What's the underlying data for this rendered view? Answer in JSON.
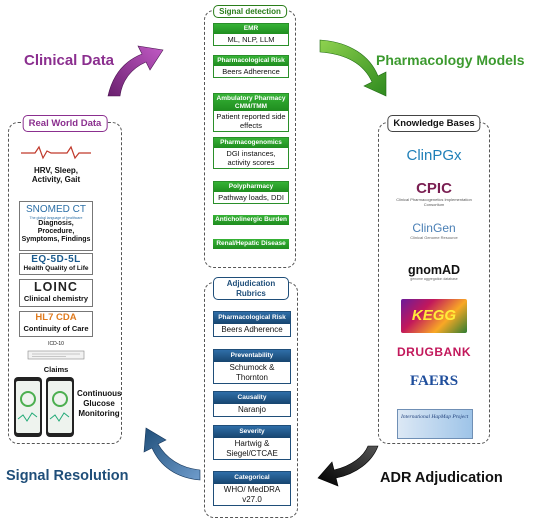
{
  "headings": {
    "clinical_data": "Clinical Data",
    "pharmacology_models": "Pharmacology Models",
    "signal_resolution": "Signal Resolution",
    "adr_adjudication": "ADR Adjudication"
  },
  "colors": {
    "clinical_data": "#8b2f8f",
    "pharmacology_models": "#3c9a2f",
    "signal_resolution": "#1f4e79",
    "adr_adjudication": "#111111"
  },
  "signal_detection": {
    "title": "Signal detection",
    "items": [
      {
        "head": "EMR",
        "body": "ML, NLP, LLM"
      },
      {
        "head": "Pharmacological Risk",
        "body": "Beers Adherence"
      },
      {
        "head": "Ambulatory Pharmacy CMM/TMM",
        "body": "Patient reported side effects"
      },
      {
        "head": "Pharmacogenomics",
        "body": "DGI instances, activity scores"
      },
      {
        "head": "Polypharmacy",
        "body": "Pathway loads, DDI"
      },
      {
        "head": "Anticholinergic Burden",
        "body": ""
      },
      {
        "head": "Renal/Hepatic Disease",
        "body": ""
      }
    ]
  },
  "adjudication": {
    "title": "Adjudication Rubrics",
    "items": [
      {
        "head": "Pharmacological Risk",
        "body": "Beers Adherence"
      },
      {
        "head": "Preventability",
        "body": "Schumock & Thornton"
      },
      {
        "head": "Causality",
        "body": "Naranjo"
      },
      {
        "head": "Severity",
        "body": "Hartwig & Siegel/CTCAE"
      },
      {
        "head": "Categorical",
        "body": "WHO/ MedDRA v27.0"
      }
    ]
  },
  "real_world_data": {
    "title": "Real World Data",
    "items": [
      {
        "name": "wearables",
        "label": "HRV, Sleep, Activity, Gait"
      },
      {
        "name": "snomed",
        "logo": "SNOMED CT",
        "logo_small": "The global language of healthcare",
        "label": "Diagnosis, Procedure, Symptoms, Findings"
      },
      {
        "name": "eq5d",
        "logo": "EQ-5D-5L",
        "label": "Health Quality of Life"
      },
      {
        "name": "loinc",
        "logo": "LOINC",
        "label": "Clinical chemistry"
      },
      {
        "name": "hl7",
        "logo": "HL7 CDA",
        "label": "Continuity of Care"
      },
      {
        "name": "icd",
        "logo": "ICD-10",
        "label": "Claims"
      },
      {
        "name": "cgm",
        "label": "Continuous Glucose Monitoring"
      }
    ]
  },
  "knowledge_bases": {
    "title": "Knowledge Bases",
    "logos": {
      "clinpgx": "ClinPGx",
      "cpic": "CPIC",
      "cpic_sub": "Clinical Pharmacogenetics Implementation Consortium",
      "clingen": "ClinGen",
      "clingen_sub": "Clinical Genome Resource",
      "gnomad": "gnomAD",
      "gnomad_sub": "genome aggregation database",
      "kegg": "KEGG",
      "drugbank": "DRUGBANK",
      "faers": "FAERS",
      "hapmap": "International HapMap Project"
    }
  }
}
